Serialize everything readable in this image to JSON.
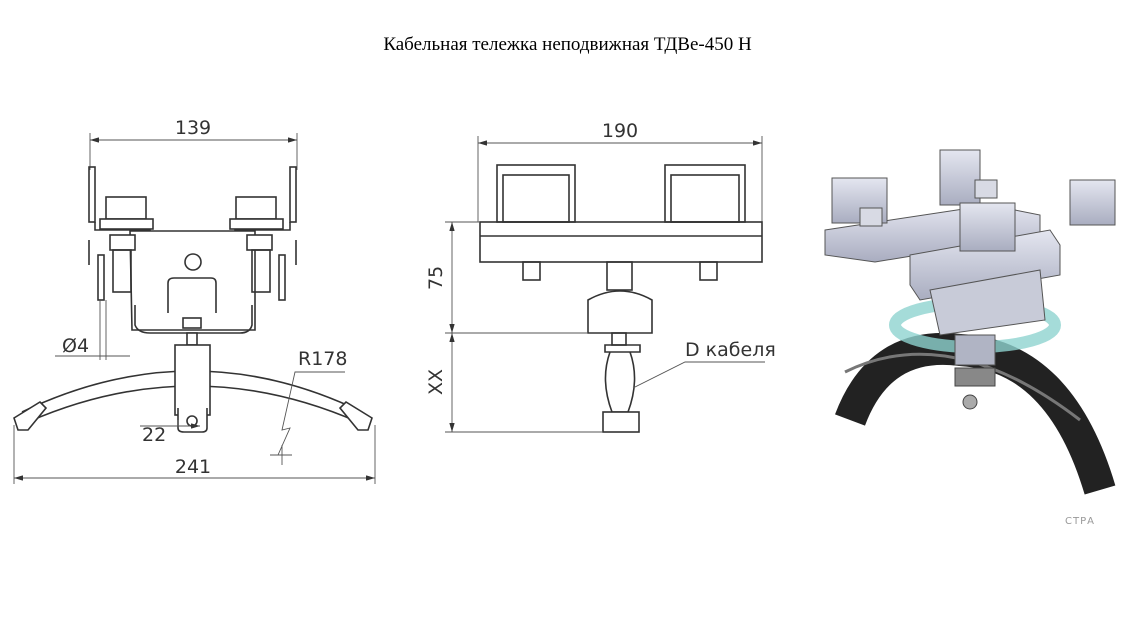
{
  "title": "Кабельная тележка неподвижная ТДВе-450 Н",
  "front_view": {
    "width_dim": "139",
    "hole_dim": "Ø4",
    "radius_dim": "R178",
    "bracket_dim": "22",
    "overall_dim": "241"
  },
  "side_view": {
    "length_dim": "190",
    "height_dim": "75",
    "cable_height_dim": "XX",
    "cable_label": "D кабеля"
  },
  "render_view": {
    "watermark": "СТРА"
  }
}
